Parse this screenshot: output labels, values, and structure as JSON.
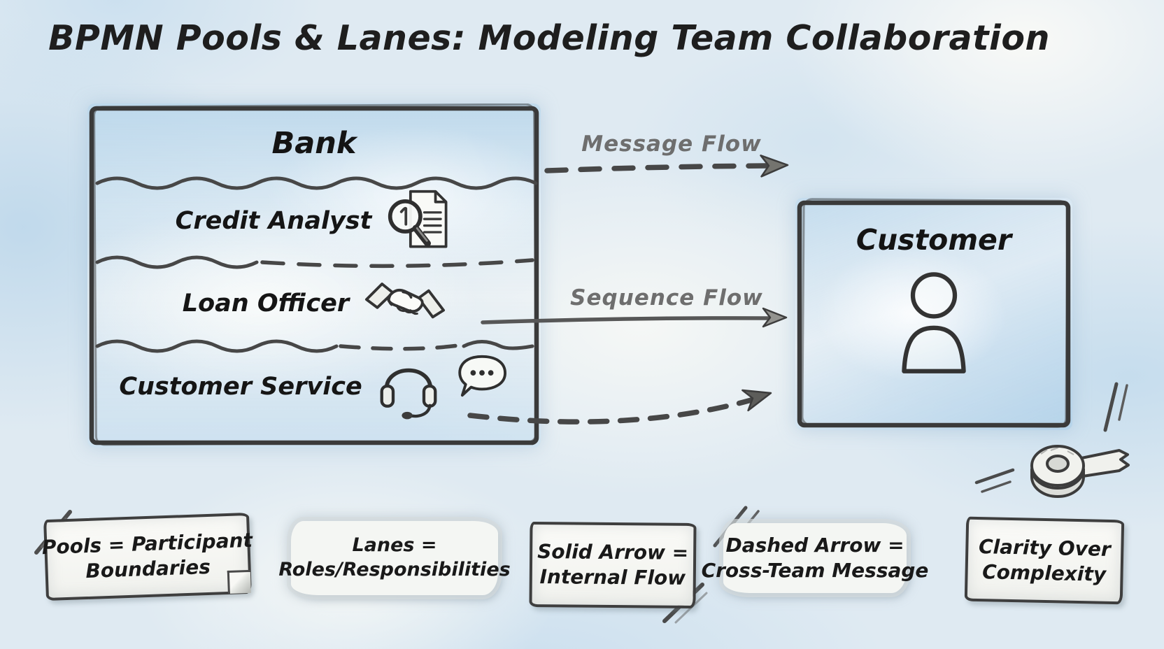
{
  "title": "BPMN Pools & Lanes: Modeling Team Collaboration",
  "bank_pool": {
    "title": "Bank",
    "lanes": [
      {
        "label": "Credit Analyst",
        "icon": "document-magnifier-icon"
      },
      {
        "label": "Loan Officer",
        "icon": "handshake-icon"
      },
      {
        "label": "Customer Service",
        "icon": "headset-icon, speech-bubble-icon"
      }
    ]
  },
  "customer_pool": {
    "title": "Customer",
    "icon": "person-icon"
  },
  "flows": {
    "message": {
      "label": "Message Flow",
      "style": "dashed",
      "from": "Bank",
      "to": "Customer"
    },
    "sequence": {
      "label": "Sequence Flow",
      "style": "solid",
      "from": "Loan Officer",
      "to": "Customer"
    },
    "service_message": {
      "style": "dashed",
      "from": "Customer Service",
      "to": "Customer"
    }
  },
  "notes": [
    {
      "line1": "Pools = Participant",
      "line2": "Boundaries"
    },
    {
      "line1": "Lanes =",
      "line2": "Roles/Responsibilities"
    },
    {
      "line1": "Solid Arrow =",
      "line2": "Internal Flow"
    },
    {
      "line1": "Dashed Arrow =",
      "line2": "Cross-Team Message"
    },
    {
      "line1": "Clarity Over",
      "line2": "Complexity"
    }
  ],
  "decorations": {
    "tape": "tape-roll-icon"
  },
  "colors": {
    "ink": "#333333",
    "flow_label": "#6e6e6e",
    "wash": "#dfeaf2",
    "paper": "#f6f7f4"
  }
}
